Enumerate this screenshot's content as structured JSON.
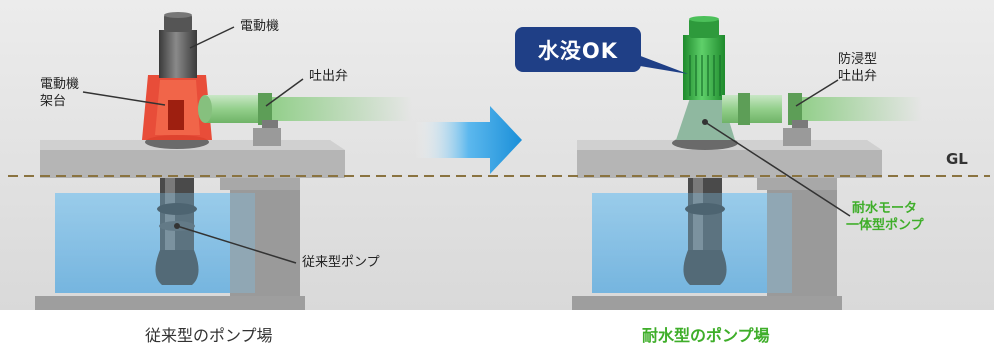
{
  "left_labels": {
    "motor": "電動機",
    "motor_stand_line1": "電動機",
    "motor_stand_line2": "架台",
    "discharge_valve": "吐出弁",
    "pump": "従来型ポンプ"
  },
  "right_labels": {
    "valve_line1": "防浸型",
    "valve_line2": "吐出弁",
    "pump_line1": "耐水モータ",
    "pump_line2": "一体型ポンプ"
  },
  "badge": "水没OK",
  "ground_level": "GL",
  "captions": {
    "left": "従来型のポンプ場",
    "right": "耐水型のポンプ場"
  },
  "colors": {
    "badge_bg": "#1f3f86",
    "accent_green": "#3fae2a",
    "arrow_blue": "#1a8fd8",
    "motor_stand_red": "#e8402a",
    "water_blue": "#7fbfe6"
  }
}
